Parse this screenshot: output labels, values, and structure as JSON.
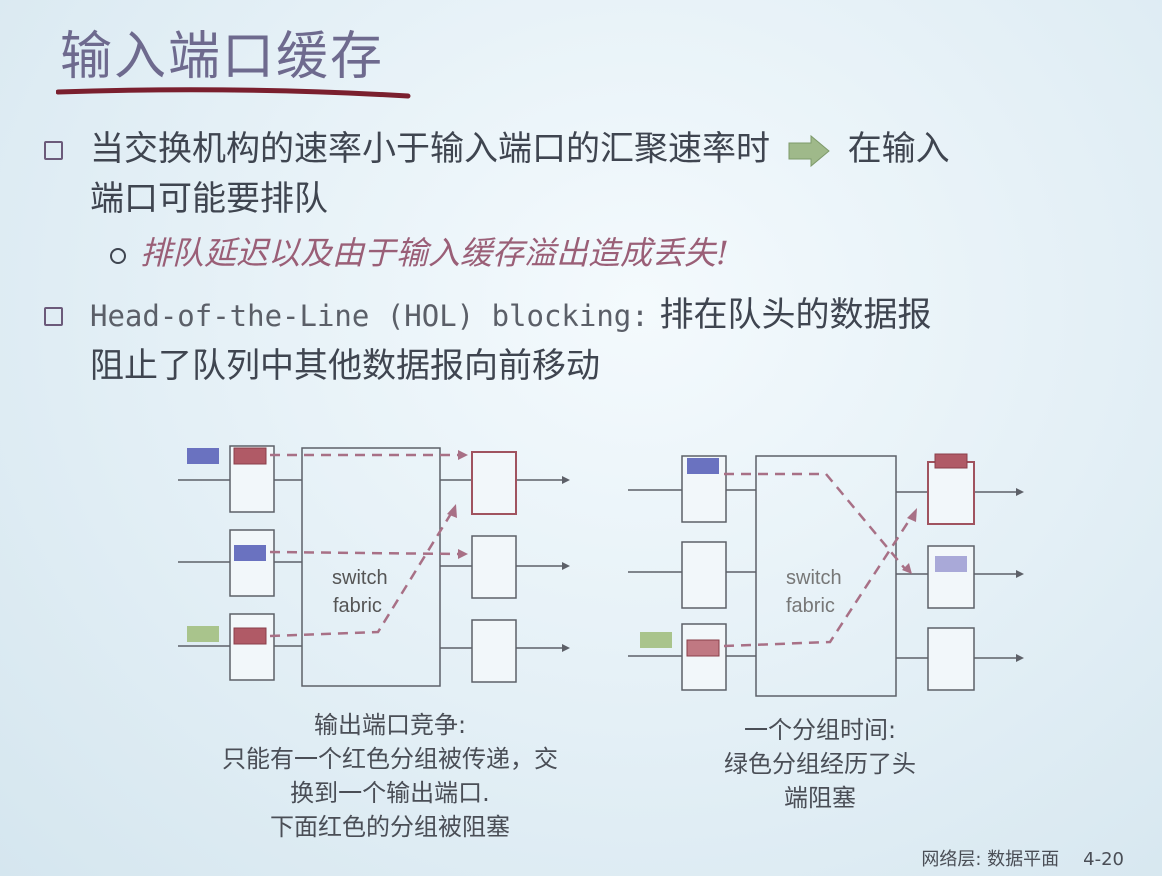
{
  "title": "输入端口缓存",
  "bullet1": {
    "text_before": "当交换机构的速率小于输入端口的汇聚速率时",
    "text_after": "在输入",
    "line2": "端口可能要排队",
    "arrow_icon": "right-arrow-icon"
  },
  "sub_bullet": "排队延迟以及由于输入缓存溢出造成丢失!",
  "bullet2": {
    "mono": "Head-of-the-Line (HOL) blocking:",
    "text": " 排在队头的数据报",
    "line2": "阻止了队列中其他数据报向前移动"
  },
  "diagram_left": {
    "fabric_label_1": "switch",
    "fabric_label_2": "fabric"
  },
  "diagram_right": {
    "fabric_label_1": "switch",
    "fabric_label_2": "fabric"
  },
  "caption_left": [
    "输出端口竞争:",
    "只能有一个红色分组被传递，交",
    "换到一个输出端口.",
    "下面红色的分组被阻塞"
  ],
  "caption_right": [
    "一个分组时间:",
    "绿色分组经历了头",
    "端阻塞"
  ],
  "footer": {
    "section": "网络层: 数据平面",
    "page": "4-20"
  },
  "colors": {
    "title": "#6e6a8e",
    "blue_packet": "#6a72c0",
    "red_packet": "#b05a66",
    "green_packet": "#a9c48c",
    "dashed_line": "#a87086",
    "highlight_box": "#a0535f"
  }
}
